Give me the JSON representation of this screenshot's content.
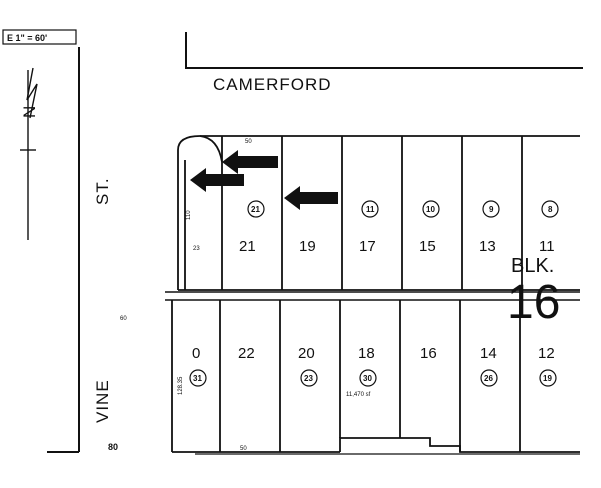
{
  "map": {
    "scale": "E 1\" = 60'",
    "north": "N",
    "streets": {
      "camerford": "CAMERFORD",
      "vine": "VINE",
      "st": "ST."
    },
    "block": {
      "label": "BLK.",
      "number": "16"
    },
    "lots_top": [
      "21",
      "19",
      "17",
      "15",
      "13",
      "11"
    ],
    "lots_bottom": [
      "0",
      "22",
      "20",
      "18",
      "16",
      "14",
      "12"
    ],
    "parcels_top": [
      "21",
      "11",
      "10",
      "9",
      "8"
    ],
    "parcels_bottom": [
      "31",
      "23",
      "30",
      "26",
      "19"
    ],
    "dimensions": {
      "top_50": "50",
      "bottom_50": "50",
      "corner_lot": "23",
      "side_110": "110",
      "side_128": "128.35",
      "bottom_80": "80",
      "bottom_60": "60",
      "area": "11,470 sf"
    }
  }
}
